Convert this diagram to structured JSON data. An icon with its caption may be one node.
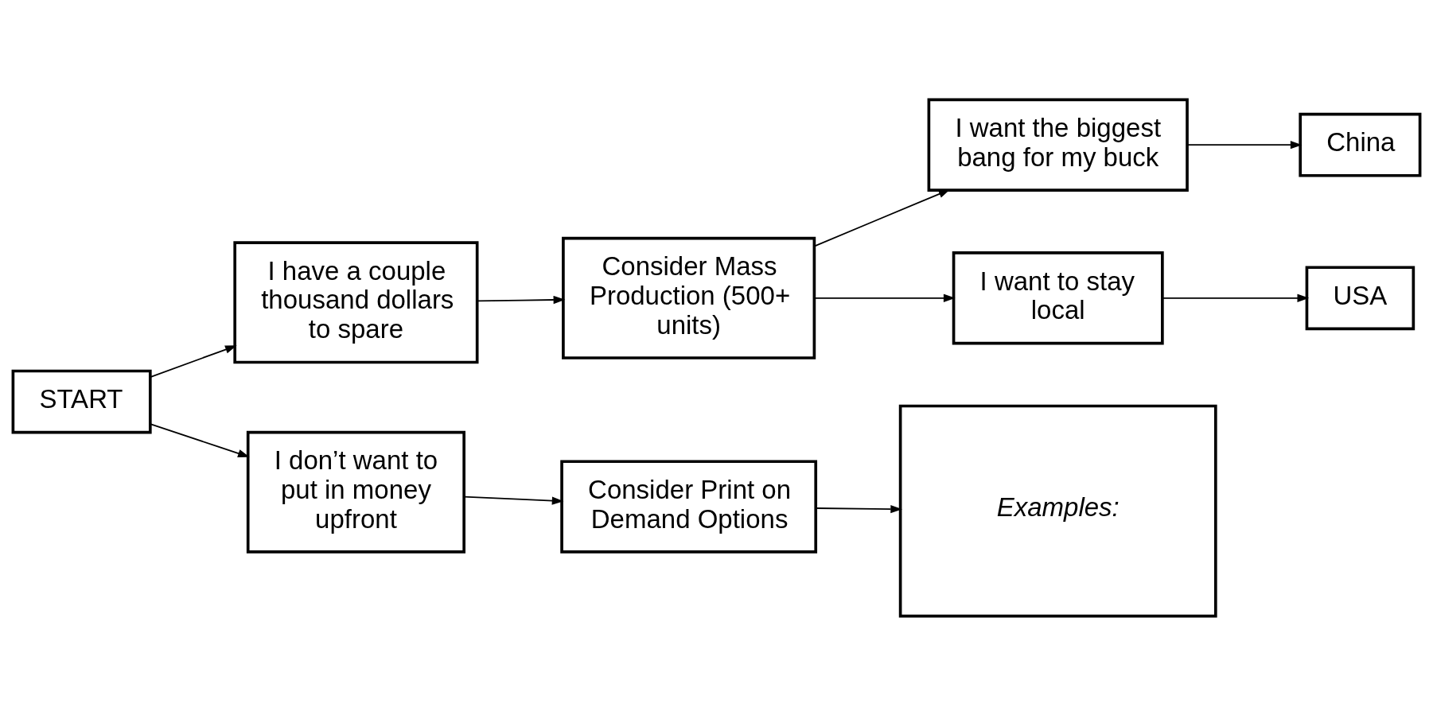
{
  "diagram": {
    "nodes": [
      {
        "text": [
          "START"
        ]
      },
      {
        "text": [
          "I have a couple thousand dollars to spare"
        ]
      },
      {
        "text": [
          "Consider Mass Production (500+ units)"
        ]
      },
      {
        "text": [
          "I want the biggest bang for my buck"
        ]
      },
      {
        "text": [
          "China"
        ]
      },
      {
        "text": [
          "I want to stay local"
        ]
      },
      {
        "text": [
          "USA"
        ]
      },
      {
        "text": [
          "I don’t want to put in money upfront"
        ]
      },
      {
        "text": [
          "Consider Print on Demand Options"
        ]
      },
      {
        "text": [
          "Examples:"
        ]
      }
    ],
    "edges": [
      {
        "from": 0,
        "to": 1,
        "arrow": "to"
      },
      {
        "from": 1,
        "to": 2,
        "arrow": "to"
      },
      {
        "from": 2,
        "to": 3,
        "arrow": "to"
      },
      {
        "from": 3,
        "to": 4,
        "arrow": "to"
      },
      {
        "from": 2,
        "to": 5,
        "arrow": "to"
      },
      {
        "from": 5,
        "to": 6,
        "arrow": "to"
      },
      {
        "from": 0,
        "to": 7,
        "arrow": "to"
      },
      {
        "from": 7,
        "to": 8,
        "arrow": "to"
      },
      {
        "from": 8,
        "to": 9,
        "arrow": "to"
      }
    ]
  }
}
